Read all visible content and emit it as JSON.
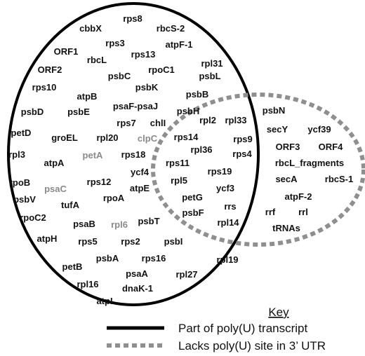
{
  "colors": {
    "text": "#111111",
    "gray_gene": "#8a8a8a",
    "solid_line": "#000000",
    "dashed_line": "#8f8f8f",
    "background": "#ffffff"
  },
  "genes": {
    "cbbx": "cbbX",
    "rps8": "rps8",
    "rbcs2": "rbcS-2",
    "rps3": "rps3",
    "orf1": "ORF1",
    "atpf1": "atpF-1",
    "rbcl": "rbcL",
    "rps13": "rps13",
    "orf2": "ORF2",
    "rpoc1": "rpoC1",
    "rpl31": "rpl31",
    "psbc": "psbC",
    "psbl": "psbL",
    "rps10": "rps10",
    "atpb": "atpB",
    "psbk": "psbK",
    "psbb": "psbB",
    "psafpsaj": "psaF-psaJ",
    "psbd": "psbD",
    "psbe": "psbE",
    "psbh": "psbH",
    "rps7": "rps7",
    "chli": "chlI",
    "petd": "petD",
    "rpl20": "rpl20",
    "clpc": "clpC",
    "groel": "groEL",
    "peta": "petA",
    "rps18": "rps18",
    "rpl3": "rpl3",
    "atpa": "atpA",
    "ycf4": "ycf4",
    "atpe": "atpE",
    "rpob": "rpoB",
    "psac": "psaC",
    "rps12": "rps12",
    "psbv": "psbV",
    "tufa": "tufA",
    "rpoa": "rpoA",
    "rpoc2": "rpoC2",
    "psab": "psaB",
    "rpl6": "rpl6",
    "psbt": "psbT",
    "atph": "atpH",
    "rps5": "rps5",
    "rps2": "rps2",
    "psbi": "psbI",
    "psba": "psbA",
    "rps16": "rps16",
    "petb": "petB",
    "psaa": "psaA",
    "rpl27": "rpl27",
    "rpl19": "rpl19",
    "rpl16": "rpl16",
    "dnak1": "dnaK-1",
    "atpi": "atpI",
    "rpl2": "rpl2",
    "rpl33": "rpl33",
    "rps9": "rps9",
    "rps14": "rps14",
    "rpl36": "rpl36",
    "rps4": "rps4",
    "rps11": "rps11",
    "rps19": "rps19",
    "rpl5": "rpl5",
    "ycf3": "ycf3",
    "petg": "petG",
    "rrs": "rrs",
    "psbf": "psbF",
    "rpl14": "rpl14",
    "psbn": "psbN",
    "secy": "secY",
    "ycf39": "ycf39",
    "orf3": "ORF3",
    "orf4": "ORF4",
    "rbcl_fragments": "rbcL_fragments",
    "seca": "secA",
    "rbcs1": "rbcS-1",
    "atpf2": "atpF-2",
    "rrf": "rrf",
    "rrl": "rrl",
    "trnas": "tRNAs"
  },
  "key": {
    "title": "Key",
    "solid_label": "Part of poly(U) transcript",
    "dashed_label": "Lacks poly(U) site in 3’ UTR"
  }
}
